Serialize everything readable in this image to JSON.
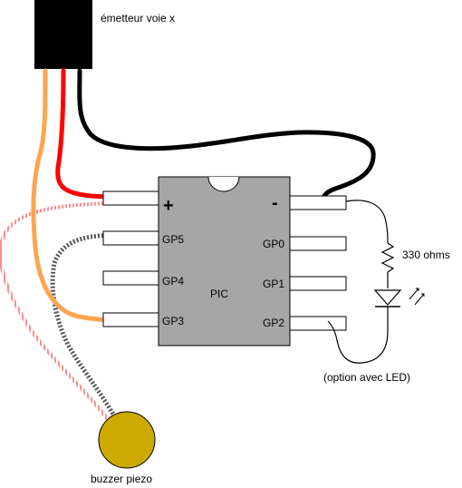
{
  "labels": {
    "emitter": "émetteur voie x",
    "chip": "PIC",
    "resistor": "330 ohms",
    "led_note": "(option avec LED)",
    "buzzer": "buzzer piezo"
  },
  "pins": {
    "plus": "+",
    "minus": "-",
    "gp5": "GP5",
    "gp4": "GP4",
    "gp3": "GP3",
    "gp0": "GP0",
    "gp1": "GP1",
    "gp2": "GP2"
  },
  "colors": {
    "chip_body": "#a6a6a6",
    "wire_red": "#ff0000",
    "wire_orange": "#ffa54f",
    "wire_black": "#000000",
    "buzzer_fill": "#ccaa00",
    "buzzer_wire": "#ff8c8c"
  }
}
